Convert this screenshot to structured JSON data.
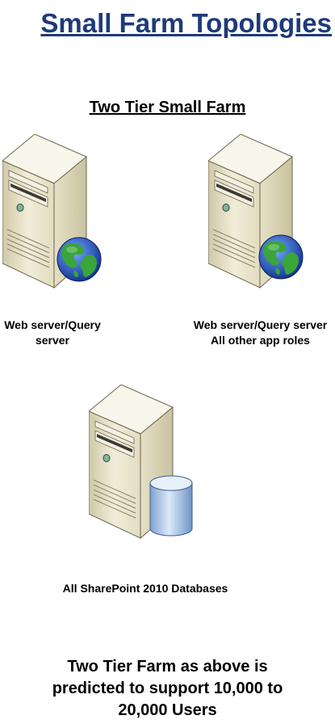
{
  "title": "Small Farm Topologies",
  "subtitle": "Two Tier Small Farm",
  "servers": [
    {
      "label_line1": "Web server/Query",
      "label_line2": "server",
      "badge": "globe-icon"
    },
    {
      "label_line1": "Web server/Query server",
      "label_line2": "All other app roles",
      "badge": "globe-icon"
    },
    {
      "label_line1": "All SharePoint 2010 Databases",
      "label_line2": "",
      "badge": "database-icon"
    }
  ],
  "footer": {
    "line1": "Two Tier Farm as above is",
    "line2": "predicted to support 10,000 to",
    "line3": "20,000 Users"
  },
  "colors": {
    "title": "#1f3a7a",
    "server_front": "#ebe6cf",
    "server_side": "#d6d0b2",
    "server_top": "#f7f4e6",
    "globe_ocean": "#1f4fb8",
    "globe_land": "#3aa53a",
    "database": "#a9c6e6"
  }
}
